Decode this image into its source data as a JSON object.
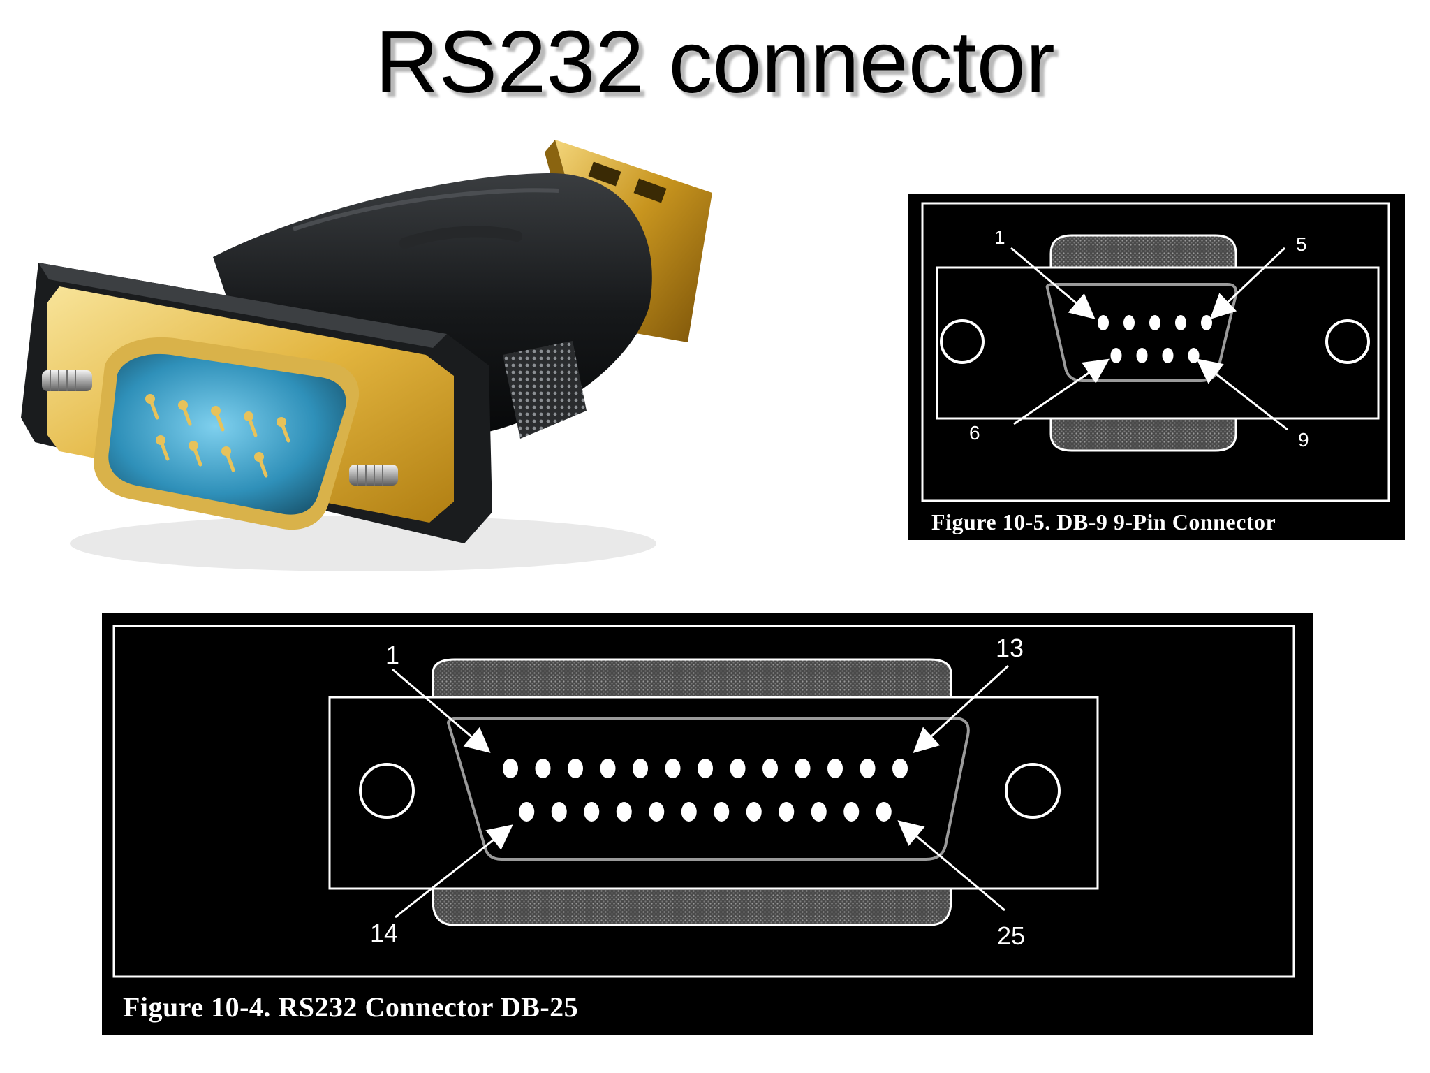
{
  "slide": {
    "title": "RS232 connector"
  },
  "photo": {
    "subject": "USB to RS232 DB-9 adapter"
  },
  "db9_figure": {
    "caption": "Figure 10-5. DB-9  9-Pin Connector",
    "pin_labels": {
      "top_left": "1",
      "top_right": "5",
      "bottom_left": "6",
      "bottom_right": "9"
    },
    "pins_top_row": 5,
    "pins_bottom_row": 4
  },
  "db25_figure": {
    "caption": "Figure 10-4. RS232 Connector DB-25",
    "pin_labels": {
      "top_left": "1",
      "top_right": "13",
      "bottom_left": "14",
      "bottom_right": "25"
    },
    "pins_top_row": 13,
    "pins_bottom_row": 12
  }
}
